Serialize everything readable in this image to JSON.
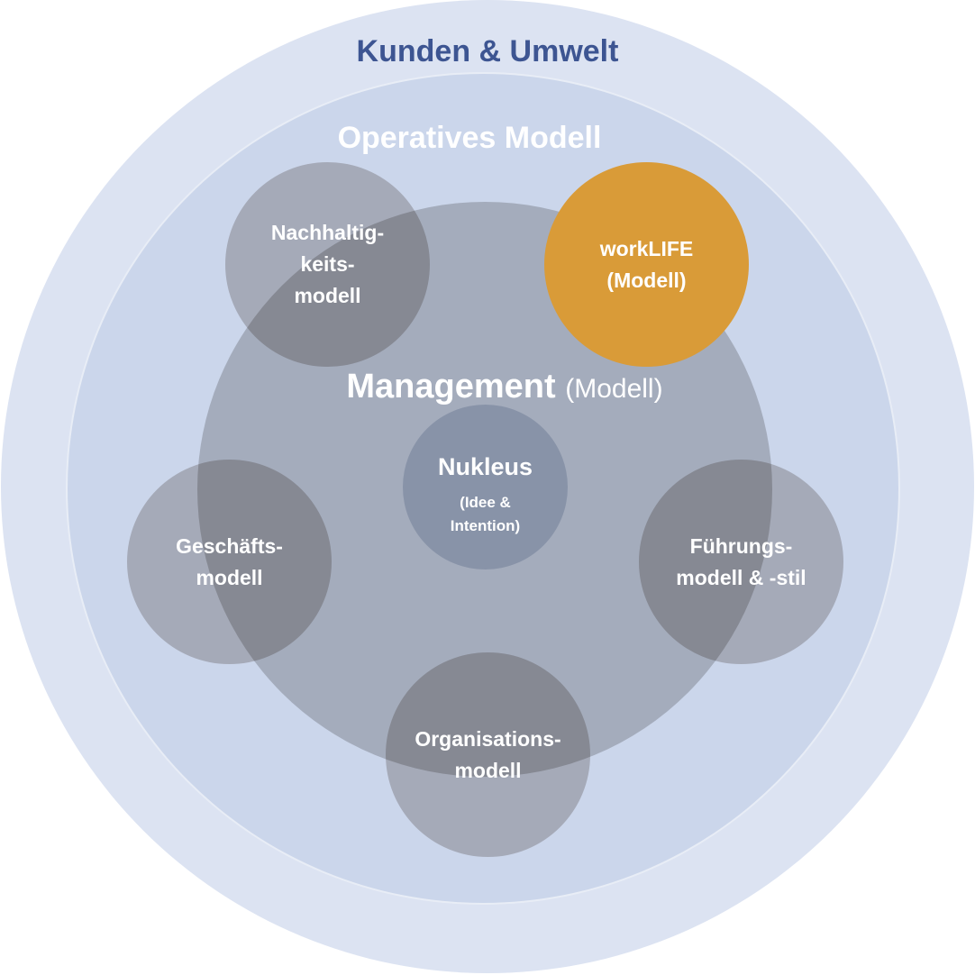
{
  "colors": {
    "outer_ring": "#dce3f2",
    "operative_ring": "#cbd6eb",
    "management": "#a4acbc",
    "nucleus": "#8893a8",
    "satellite": "#d0cbc8",
    "worklife": "#d99b38",
    "title_kunden": "#3d5592",
    "label_text": "#ffffff"
  },
  "outer": {
    "title": "Kunden & Umwelt"
  },
  "operative": {
    "title": "Operatives Modell"
  },
  "management": {
    "title": "Management",
    "subtitle": "(Modell)"
  },
  "nucleus": {
    "title": "Nukleus",
    "line1": "(Idee &",
    "line2": "Intention)"
  },
  "satellites": {
    "nachhaltigkeit": {
      "line1": "Nachhaltig-",
      "line2": "keits-",
      "line3": "modell"
    },
    "worklife": {
      "line1": "workLIFE",
      "line2": "(Modell)"
    },
    "geschaeft": {
      "line1": "Geschäfts-",
      "line2": "modell"
    },
    "fuehrung": {
      "line1": "Führungs-",
      "line2": "modell & -stil"
    },
    "organisation": {
      "line1": "Organisations-",
      "line2": "modell"
    }
  }
}
